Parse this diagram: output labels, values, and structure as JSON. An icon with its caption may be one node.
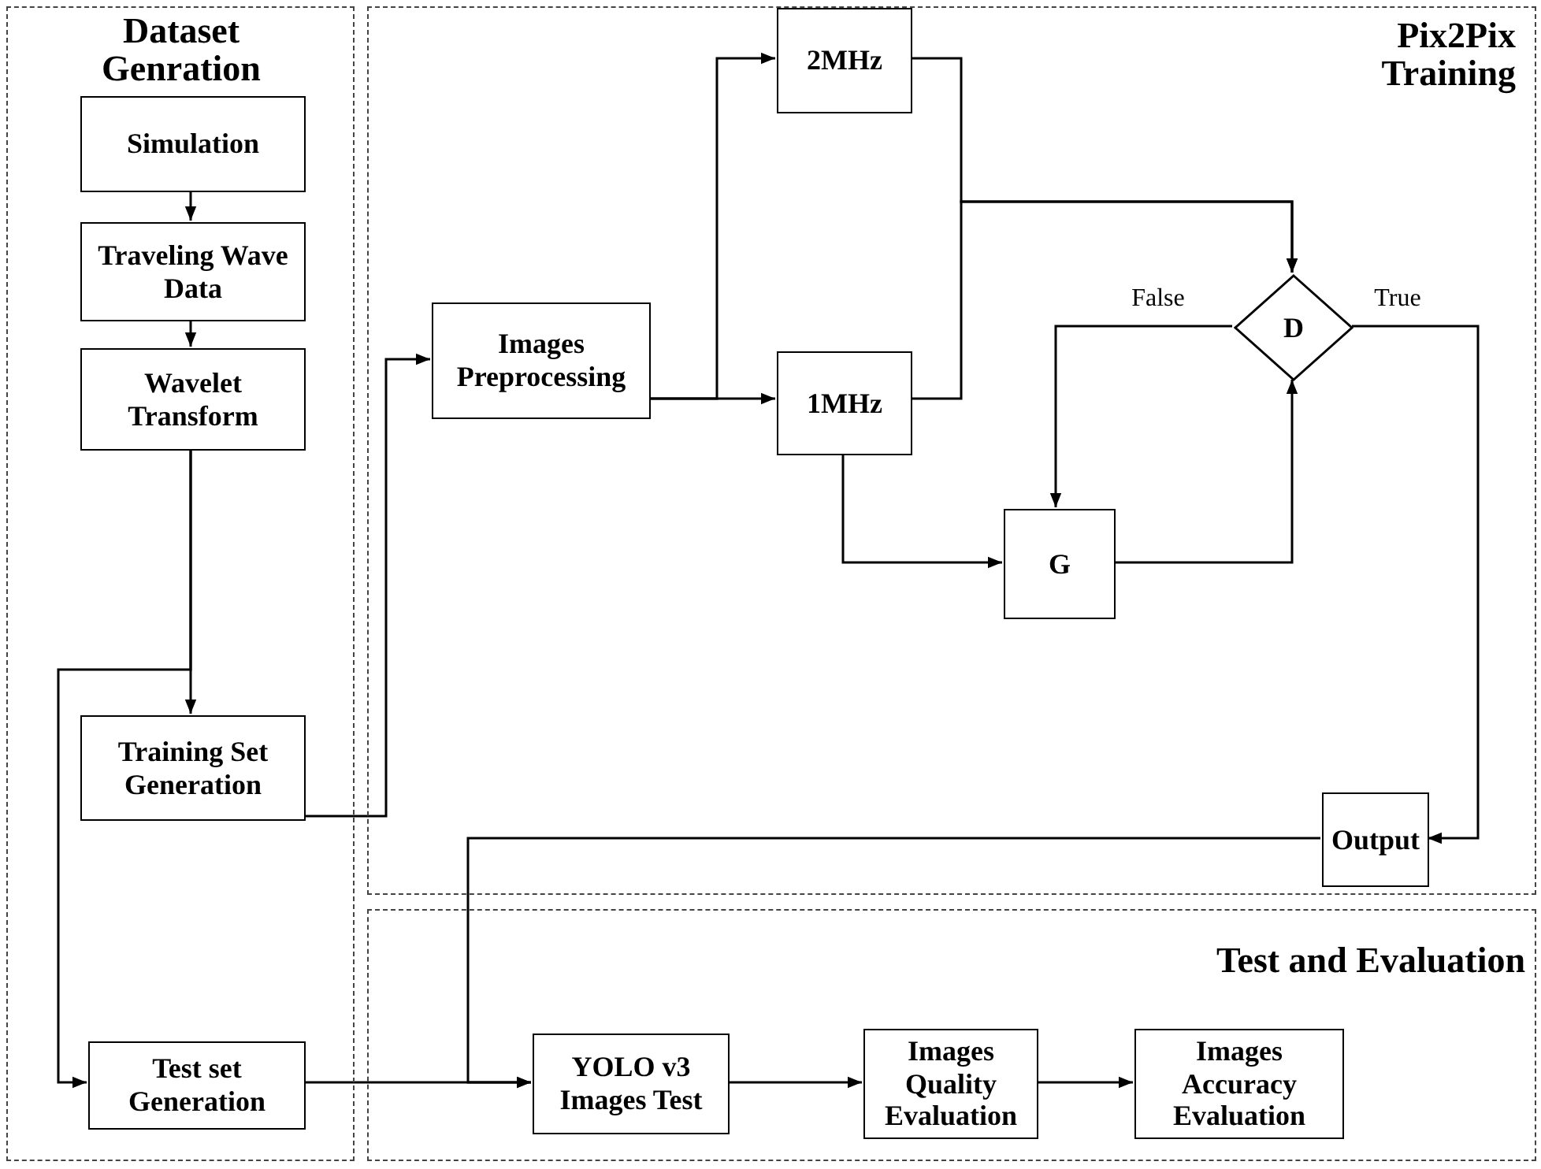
{
  "diagram": {
    "nodes": [
      {
        "text": [
          "Dataset Genration"
        ]
      },
      {
        "text": [
          "Pix2Pix Training"
        ]
      },
      {
        "text": [
          "Test and Evaluation"
        ]
      },
      {
        "text": [
          "Simulation"
        ],
        "in": 0
      },
      {
        "text": [
          "Traveling Wave Data"
        ],
        "in": 0
      },
      {
        "text": [
          "Wavelet Transform"
        ],
        "in": 0
      },
      {
        "text": [
          "Training Set Generation"
        ],
        "in": 0
      },
      {
        "text": [
          "Test set Generation"
        ],
        "in": 0
      },
      {
        "text": [
          "Images Preprocessing"
        ],
        "in": 1
      },
      {
        "text": [
          "2MHz"
        ],
        "in": 1
      },
      {
        "text": [
          "1MHz"
        ],
        "in": 1
      },
      {
        "text": [
          "D"
        ],
        "in": 1
      },
      {
        "text": [
          "G"
        ],
        "in": 1
      },
      {
        "text": [
          "Output"
        ],
        "in": 1
      },
      {
        "text": [
          "YOLO v3 Images Test"
        ],
        "in": 2
      },
      {
        "text": [
          "Images Quality Evaluation"
        ],
        "in": 2
      },
      {
        "text": [
          "Images Accuracy Evaluation"
        ],
        "in": 2
      }
    ],
    "edges": [
      {
        "from": 3,
        "to": 4,
        "arrow": "to"
      },
      {
        "from": 4,
        "to": 5,
        "arrow": "to"
      },
      {
        "from": 5,
        "to": 6,
        "arrow": "to"
      },
      {
        "from": 5,
        "to": 7,
        "arrow": "to"
      },
      {
        "from": 6,
        "to": 8,
        "arrow": "to"
      },
      {
        "from": 8,
        "to": 9,
        "arrow": "to"
      },
      {
        "from": 8,
        "to": 10,
        "arrow": "to"
      },
      {
        "from": 9,
        "to": 11,
        "arrow": "to"
      },
      {
        "from": 10,
        "to": 11,
        "arrow": "to"
      },
      {
        "from": 10,
        "to": 12,
        "arrow": "to"
      },
      {
        "from": 12,
        "to": 11,
        "arrow": "to"
      },
      {
        "from": 11,
        "to": 12,
        "arrow": "to",
        "label": "False"
      },
      {
        "from": 11,
        "to": 13,
        "arrow": "to",
        "label": "True"
      },
      {
        "from": 13,
        "to": 14,
        "arrow": "to"
      },
      {
        "from": 7,
        "to": 14,
        "arrow": "to"
      },
      {
        "from": 14,
        "to": 15,
        "arrow": "to"
      },
      {
        "from": 15,
        "to": 16,
        "arrow": "to"
      }
    ]
  }
}
